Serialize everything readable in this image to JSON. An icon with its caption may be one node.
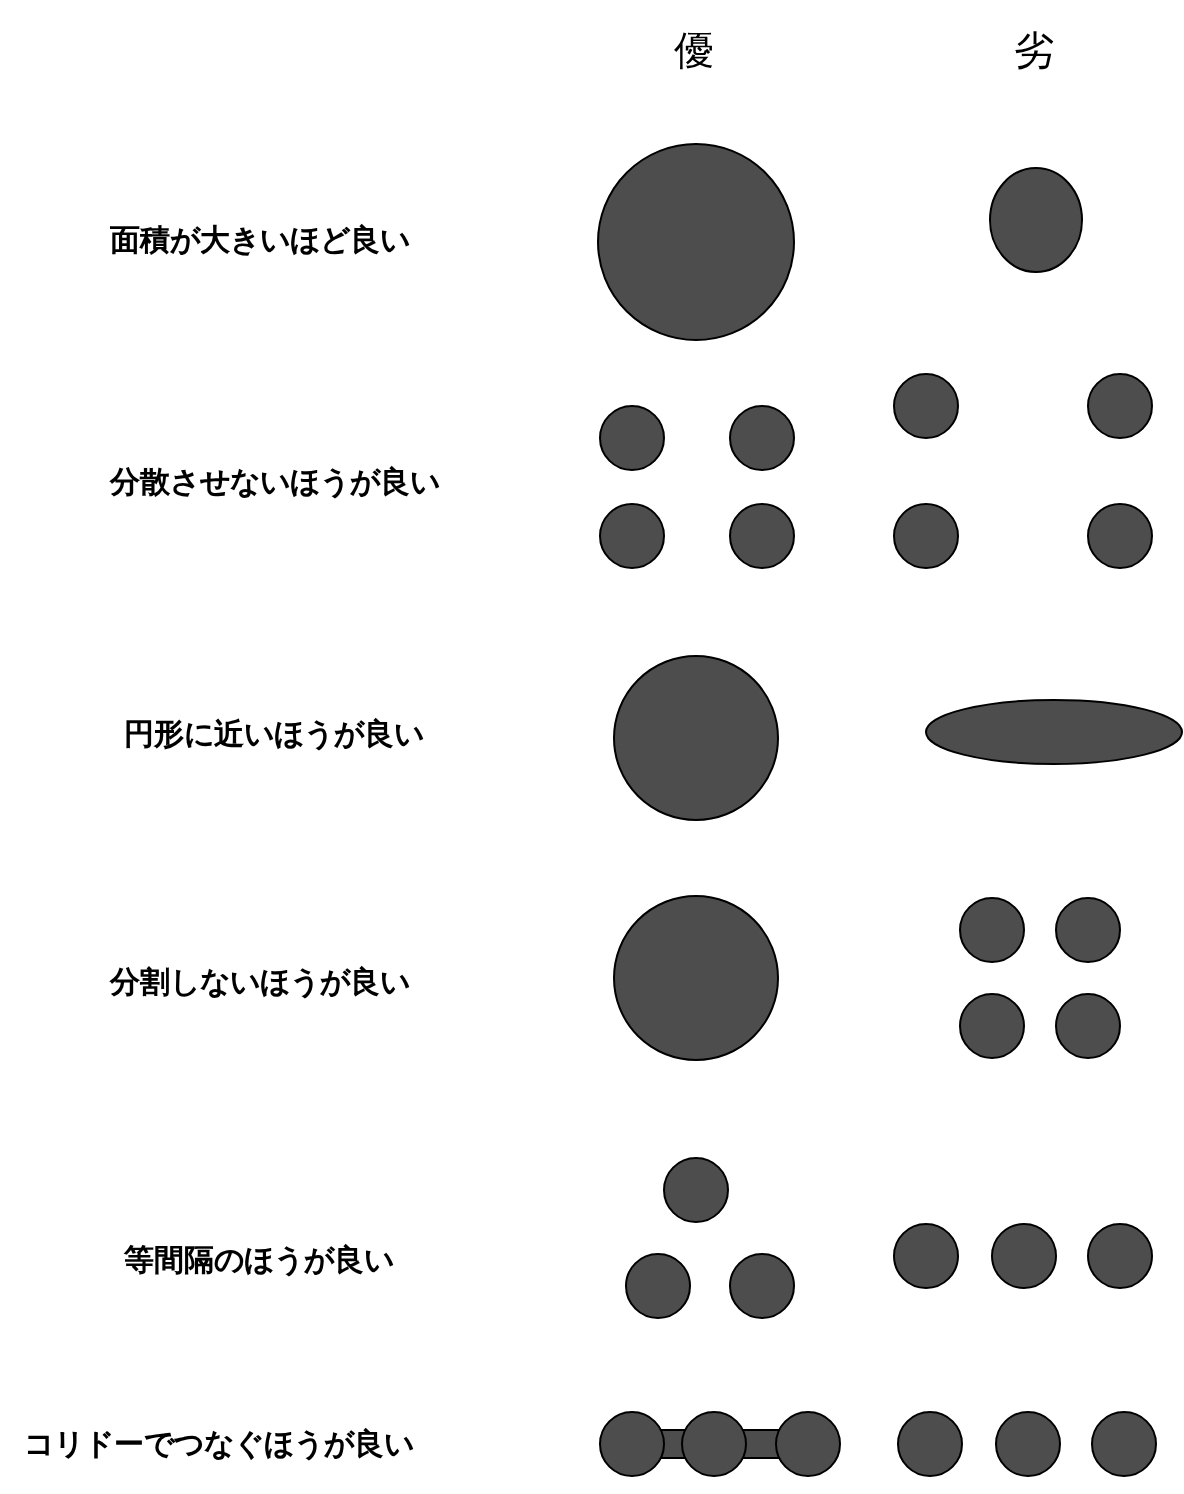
{
  "diagram": {
    "labels": [
      "優",
      "劣",
      "面積が大きいほど良い",
      "分散させないほうが良い",
      "円形に近いほうが良い",
      "分割しないほうが良い",
      "等間隔のほうが良い",
      "コリドーでつなぐほうが良い"
    ]
  }
}
